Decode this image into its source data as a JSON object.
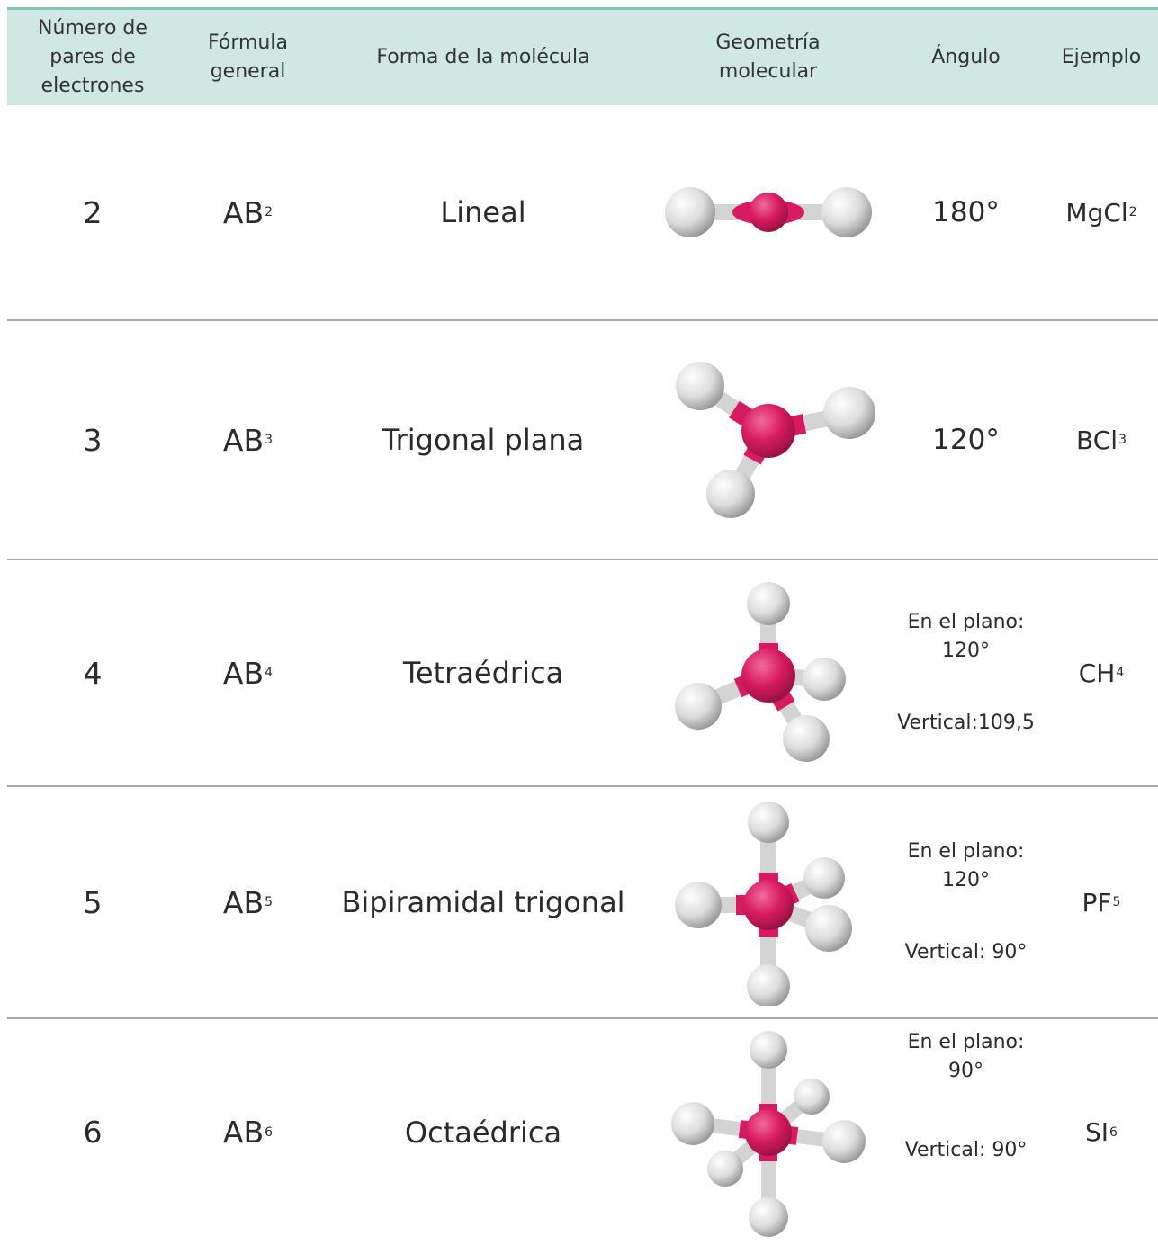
{
  "headers": {
    "pairs": "Número de\npares de\nelectrones",
    "formula": "Fórmula\ngeneral",
    "shape": "Forma de la molécula",
    "geometry": "Geometría\nmolecular",
    "angle": "Ángulo",
    "example": "Ejemplo"
  },
  "rows": [
    {
      "pairs": "2",
      "formula_base": "AB",
      "formula_sub": "2",
      "shape": "Lineal",
      "angle": "180°",
      "example_base": "MgCl",
      "example_sub": "2",
      "geometry_icon": "linear-molecule-icon"
    },
    {
      "pairs": "3",
      "formula_base": "AB",
      "formula_sub": "3",
      "shape": "Trigonal plana",
      "angle": "120°",
      "example_base": "BCl",
      "example_sub": "3",
      "geometry_icon": "trigonal-planar-molecule-icon"
    },
    {
      "pairs": "4",
      "formula_base": "AB",
      "formula_sub": "4",
      "shape": "Tetraédrica",
      "angle_plane_label": "En el plano:",
      "angle_plane": "120°",
      "angle_vertical": "Vertical:109,5",
      "example_base": "CH",
      "example_sub": "4",
      "geometry_icon": "tetrahedral-molecule-icon"
    },
    {
      "pairs": "5",
      "formula_base": "AB",
      "formula_sub": "5",
      "shape": "Bipiramidal trigonal",
      "angle_plane_label": "En el plano:",
      "angle_plane": "120°",
      "angle_vertical": "Vertical: 90°",
      "example_base": "PF",
      "example_sub": "5",
      "geometry_icon": "trigonal-bipyramidal-molecule-icon"
    },
    {
      "pairs": "6",
      "formula_base": "AB",
      "formula_sub": "6",
      "shape": "Octaédrica",
      "angle_plane_label": "En el plano:",
      "angle_plane": "90°",
      "angle_vertical": "Vertical: 90°",
      "example_base": "SI",
      "example_sub": "6",
      "geometry_icon": "octahedral-molecule-icon"
    }
  ],
  "colors": {
    "header_bg": "#cfe8e2",
    "top_rule": "#7fc7b8",
    "central_atom": "#d81b60",
    "outer_atom": "#e6e6e6",
    "divider": "#a8a8a8"
  }
}
